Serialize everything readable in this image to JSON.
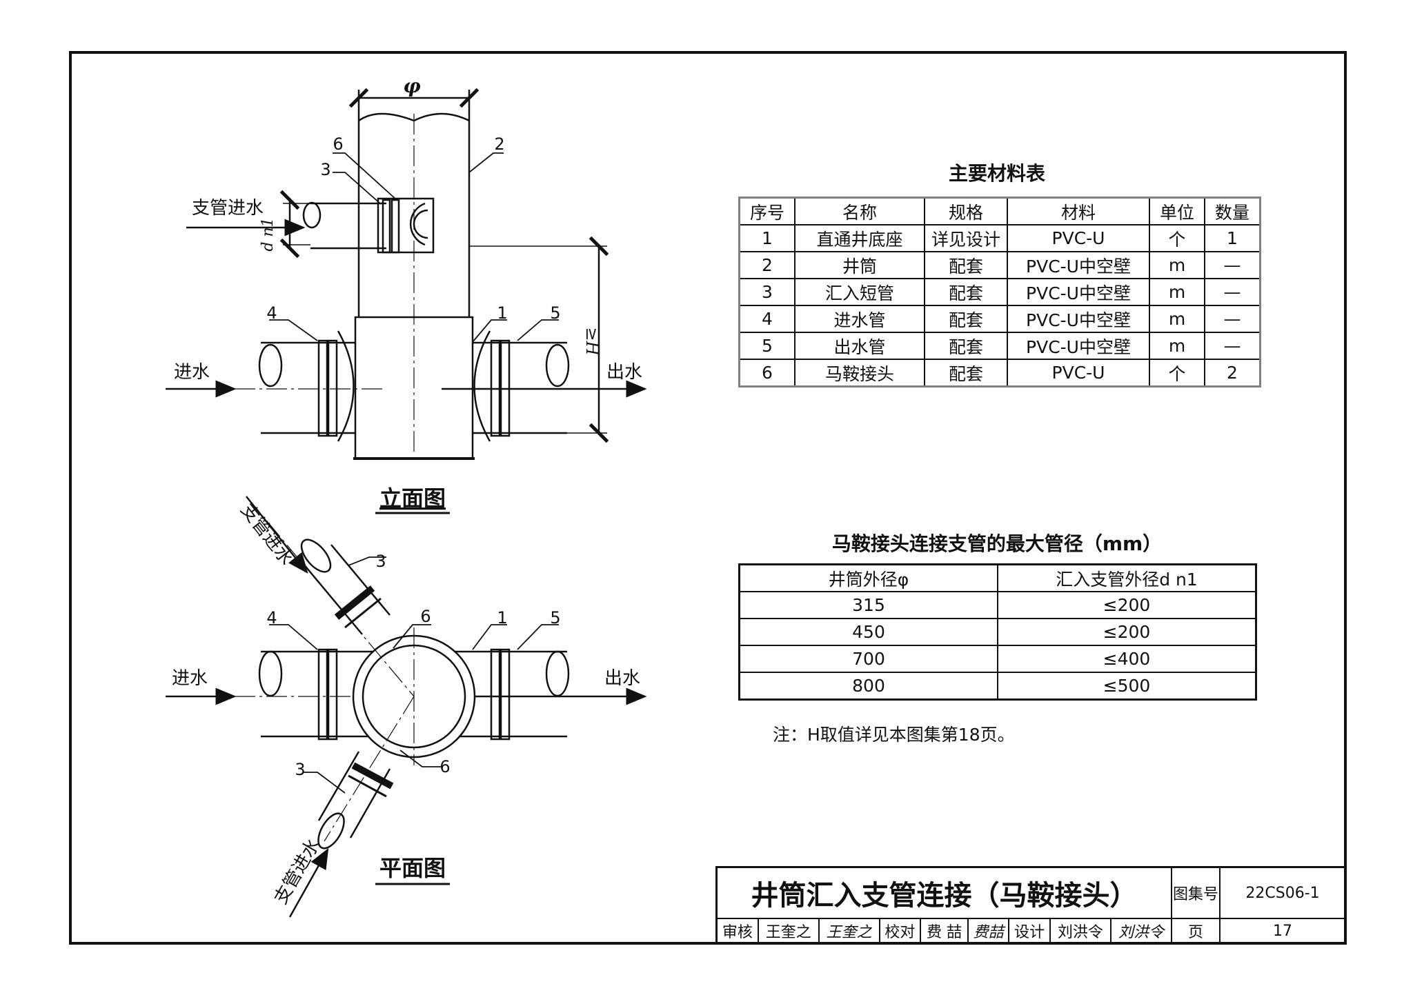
{
  "elevation": {
    "caption": "立面图",
    "dim_phi": "φ",
    "dim_dn1": "d n1",
    "dim_H": "≥H",
    "label_branch_in": "支管进水",
    "label_in": "进水",
    "label_out": "出水",
    "callouts": [
      "6",
      "3",
      "2",
      "4",
      "1",
      "5"
    ]
  },
  "plan": {
    "caption": "平面图",
    "label_branch_in_top": "支管进水",
    "label_branch_in_bottom": "支管进水",
    "label_in": "进水",
    "label_out": "出水",
    "callouts": [
      "3",
      "4",
      "6",
      "1",
      "5",
      "6",
      "3"
    ]
  },
  "materials": {
    "title": "主要材料表",
    "headers": [
      "序号",
      "名称",
      "规格",
      "材料",
      "单位",
      "数量"
    ],
    "rows": [
      [
        "1",
        "直通井底座",
        "详见设计",
        "PVC-U",
        "个",
        "1"
      ],
      [
        "2",
        "井筒",
        "配套",
        "PVC-U中空壁",
        "m",
        "—"
      ],
      [
        "3",
        "汇入短管",
        "配套",
        "PVC-U中空壁",
        "m",
        "—"
      ],
      [
        "4",
        "进水管",
        "配套",
        "PVC-U中空壁",
        "m",
        "—"
      ],
      [
        "5",
        "出水管",
        "配套",
        "PVC-U中空壁",
        "m",
        "—"
      ],
      [
        "6",
        "马鞍接头",
        "配套",
        "PVC-U",
        "个",
        "2"
      ]
    ]
  },
  "pipe_table": {
    "title": "马鞍接头连接支管的最大管径（mm）",
    "headers": [
      "井筒外径φ",
      "汇入支管外径d n1"
    ],
    "rows": [
      [
        "315",
        "≤200"
      ],
      [
        "450",
        "≤200"
      ],
      [
        "700",
        "≤400"
      ],
      [
        "800",
        "≤500"
      ]
    ]
  },
  "note": "注：H取值详见本图集第18页。",
  "title_block": {
    "title": "井筒汇入支管连接（马鞍接头）",
    "atlas_label": "图集号",
    "atlas_no": "22CS06-1",
    "review_label": "审核",
    "reviewer": "王奎之",
    "reviewer_sig": "王奎之",
    "check_label": "校对",
    "checker": "费 喆",
    "checker_sig": "费喆",
    "design_label": "设计",
    "designer": "刘洪令",
    "designer_sig": "刘洪令",
    "page_label": "页",
    "page_no": "17"
  }
}
